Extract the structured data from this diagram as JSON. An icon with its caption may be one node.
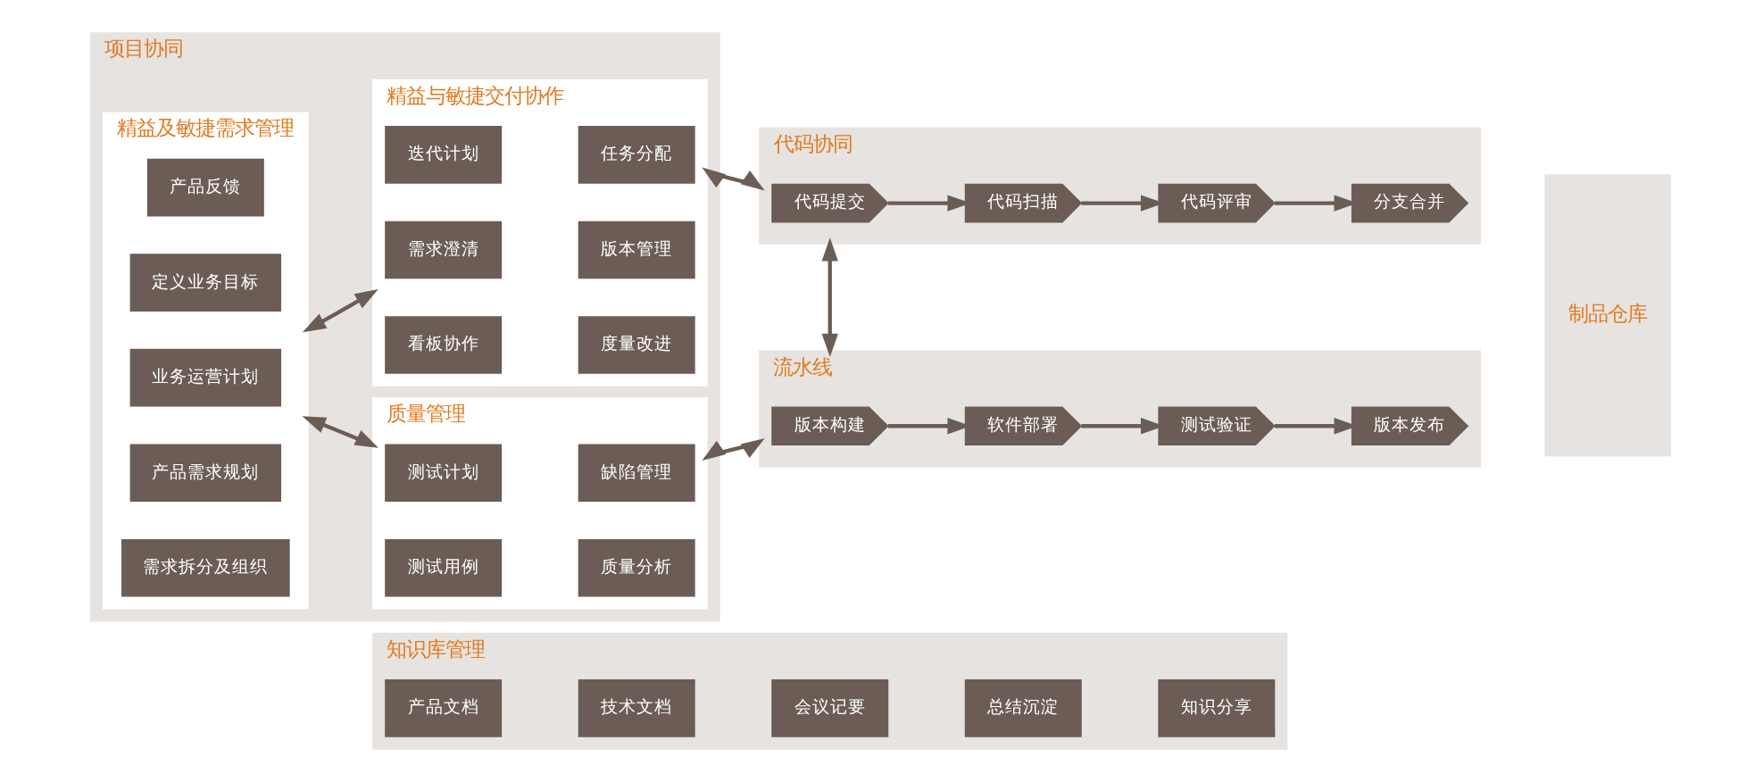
{
  "diagram": {
    "nodes": [
      {
        "text": [
          "项目协同"
        ]
      },
      {
        "text": [
          "精益及敏捷需求管理"
        ],
        "in": 0
      },
      {
        "text": [
          "产品反馈"
        ],
        "in": 1
      },
      {
        "text": [
          "定义业务目标"
        ],
        "in": 1
      },
      {
        "text": [
          "业务运营计划"
        ],
        "in": 1
      },
      {
        "text": [
          "产品需求规划"
        ],
        "in": 1
      },
      {
        "text": [
          "需求拆分及组织"
        ],
        "in": 1
      },
      {
        "text": [
          "精益与敏捷交付协作"
        ],
        "in": 0
      },
      {
        "text": [
          "迭代计划"
        ],
        "in": 7
      },
      {
        "text": [
          "任务分配"
        ],
        "in": 7
      },
      {
        "text": [
          "需求澄清"
        ],
        "in": 7
      },
      {
        "text": [
          "版本管理"
        ],
        "in": 7
      },
      {
        "text": [
          "看板协作"
        ],
        "in": 7
      },
      {
        "text": [
          "度量改进"
        ],
        "in": 7
      },
      {
        "text": [
          "质量管理"
        ],
        "in": 0
      },
      {
        "text": [
          "测试计划"
        ],
        "in": 14
      },
      {
        "text": [
          "缺陷管理"
        ],
        "in": 14
      },
      {
        "text": [
          "测试用例"
        ],
        "in": 14
      },
      {
        "text": [
          "质量分析"
        ],
        "in": 14
      },
      {
        "text": [
          "代码协同"
        ]
      },
      {
        "text": [
          "代码提交"
        ],
        "in": 19
      },
      {
        "text": [
          "代码扫描"
        ],
        "in": 19
      },
      {
        "text": [
          "代码评审"
        ],
        "in": 19
      },
      {
        "text": [
          "分支合并"
        ],
        "in": 19
      },
      {
        "text": [
          "流水线"
        ]
      },
      {
        "text": [
          "版本构建"
        ],
        "in": 24
      },
      {
        "text": [
          "软件部署"
        ],
        "in": 24
      },
      {
        "text": [
          "测试验证"
        ],
        "in": 24
      },
      {
        "text": [
          "版本发布"
        ],
        "in": 24
      },
      {
        "text": [
          "制品仓库"
        ]
      },
      {
        "text": [
          "知识库管理"
        ]
      },
      {
        "text": [
          "产品文档"
        ],
        "in": 30
      },
      {
        "text": [
          "技术文档"
        ],
        "in": 30
      },
      {
        "text": [
          "会议记要"
        ],
        "in": 30
      },
      {
        "text": [
          "总结沉淀"
        ],
        "in": 30
      },
      {
        "text": [
          "知识分享"
        ],
        "in": 30
      }
    ],
    "edges": [
      {
        "from": 1,
        "to": 7,
        "arrow": "both"
      },
      {
        "from": 1,
        "to": 14,
        "arrow": "both"
      },
      {
        "from": 7,
        "to": 19,
        "arrow": "both"
      },
      {
        "from": 14,
        "to": 24,
        "arrow": "both"
      },
      {
        "from": 19,
        "to": 24,
        "arrow": "both"
      },
      {
        "from": 20,
        "to": 21,
        "arrow": "to"
      },
      {
        "from": 21,
        "to": 22,
        "arrow": "to"
      },
      {
        "from": 22,
        "to": 23,
        "arrow": "to"
      },
      {
        "from": 25,
        "to": 26,
        "arrow": "to"
      },
      {
        "from": 26,
        "to": 27,
        "arrow": "to"
      },
      {
        "from": 27,
        "to": 28,
        "arrow": "to"
      }
    ]
  }
}
